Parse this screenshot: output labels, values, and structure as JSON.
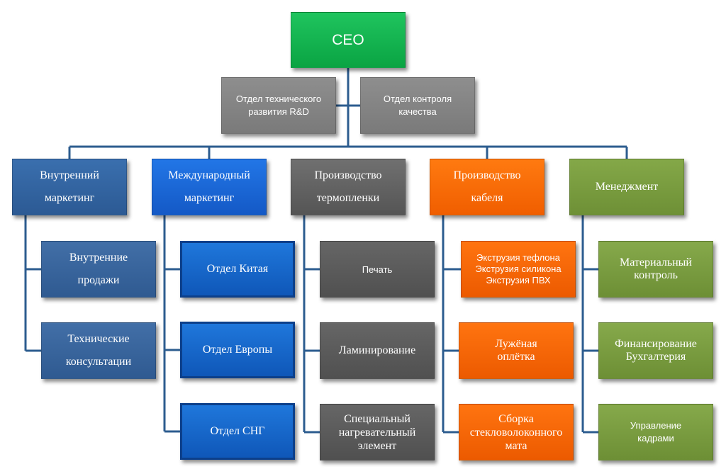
{
  "ceo": "CEO",
  "staff": [
    "Отдел технического\nразвития R&D",
    "Отдел контроля\nкачества"
  ],
  "departments": [
    {
      "title": "Внутренний\nмаркетинг",
      "units": [
        "Внутренние\nпродажи",
        "Технические\nконсультации"
      ]
    },
    {
      "title": "Международный\nмаркетинг",
      "units": [
        "Отдел Китая",
        "Отдел Европы",
        "Отдел СНГ"
      ]
    },
    {
      "title": "Производство\nтермопленки",
      "units": [
        "Печать",
        "Ламинирование",
        "Специальный\nнагревательный\nэлемент"
      ]
    },
    {
      "title": "Производство\nкабеля",
      "units": [
        "Экструзия тефлона\nЭкструзия силикона\nЭкструзия ПВХ",
        "Лужёная\nоплётка",
        "Сборка\nстекловолоконного\nмата"
      ]
    },
    {
      "title": "Менеджмент",
      "units": [
        "Материальный\nконтроль",
        "Финансирование\nБухгалтерия",
        "Управление\nкадрами"
      ]
    }
  ],
  "colors": {
    "connector": "#2c5c8f",
    "ceo": "#10b24f",
    "staff": "#808080",
    "dept_internal": "#3366a3",
    "dept_international": "#1a66d6",
    "dept_film": "#5f5f5f",
    "dept_cable": "#f76a00",
    "dept_management": "#789c3f"
  }
}
